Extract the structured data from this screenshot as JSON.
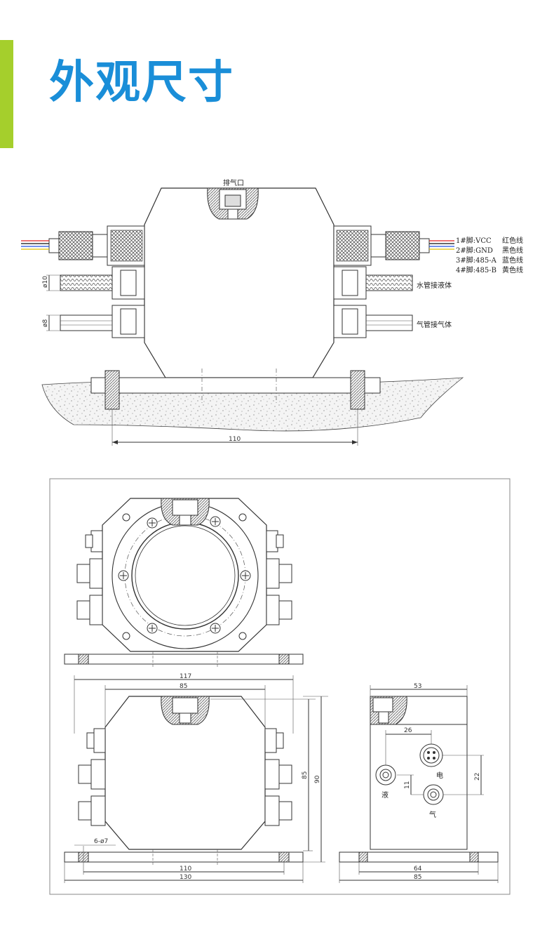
{
  "header": {
    "title": "外观尺寸",
    "accent_color": "#a5cf2c",
    "title_color": "#1a8ed8"
  },
  "top_view": {
    "exhaust_label": "排气口",
    "pins": [
      {
        "pin": "1#脚:VCC",
        "wire": "红色线",
        "color": "#e02020"
      },
      {
        "pin": "2#脚:GND",
        "wire": "黑色线",
        "color": "#111111"
      },
      {
        "pin": "3#脚:485-A",
        "wire": "蓝色线",
        "color": "#2050e0"
      },
      {
        "pin": "4#脚:485-B",
        "wire": "黄色线",
        "color": "#e0c000"
      }
    ],
    "water_label": "水管接液体",
    "gas_label": "气管接气体",
    "water_diameter": "ø10",
    "gas_diameter": "ø8",
    "width_dim": "110"
  },
  "front_view": {
    "dim_117": "117",
    "dim_85": "85",
    "dim_85_v": "85",
    "dim_90_v": "90",
    "holes": "6-ø7",
    "dim_110": "110",
    "dim_130": "130"
  },
  "side_view": {
    "dim_53": "53",
    "dim_26": "26",
    "dim_22": "22",
    "dim_11": "11",
    "liquid_label": "液",
    "power_label": "电",
    "gas_label": "气",
    "dim_64": "64",
    "dim_85": "85"
  }
}
